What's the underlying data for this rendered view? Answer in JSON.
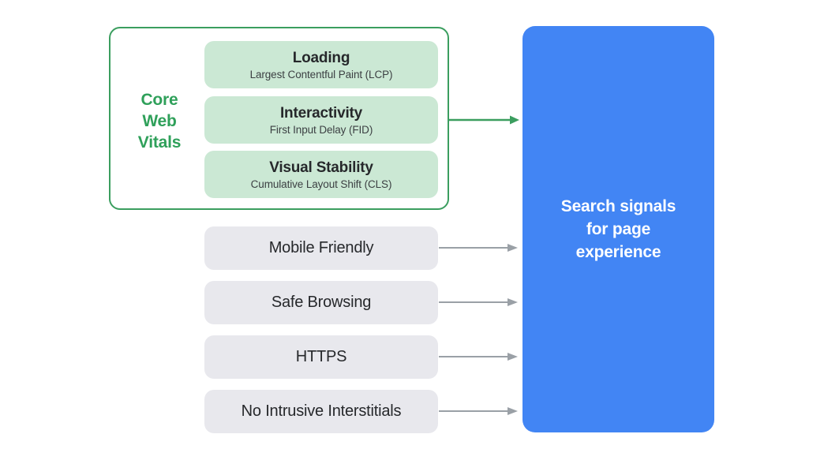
{
  "diagram": {
    "title": "Search signals for page experience",
    "colors": {
      "green_border": "#3b9e5f",
      "green_label_text": "#2fa05a",
      "green_pill_fill": "#cbe8d4",
      "grey_pill_fill": "#e8e8ed",
      "blue_panel_fill": "#4285f4",
      "grey_arrow": "#9aa0a6",
      "green_arrow": "#3b9e5f",
      "body_text": "#26282b",
      "background": "#ffffff"
    }
  },
  "core_web_vitals": {
    "label_lines": [
      "Core",
      "Web",
      "Vitals"
    ],
    "metrics": [
      {
        "title": "Loading",
        "subtitle": "Largest Contentful Paint (LCP)"
      },
      {
        "title": "Interactivity",
        "subtitle": "First Input Delay (FID)"
      },
      {
        "title": "Visual Stability",
        "subtitle": "Cumulative Layout Shift (CLS)"
      }
    ]
  },
  "other_signals": [
    {
      "title": "Mobile Friendly"
    },
    {
      "title": "Safe Browsing"
    },
    {
      "title": "HTTPS"
    },
    {
      "title": "No Intrusive Interstitials"
    }
  ],
  "result_panel": {
    "lines": [
      "Search signals",
      "for page",
      "experience"
    ]
  }
}
